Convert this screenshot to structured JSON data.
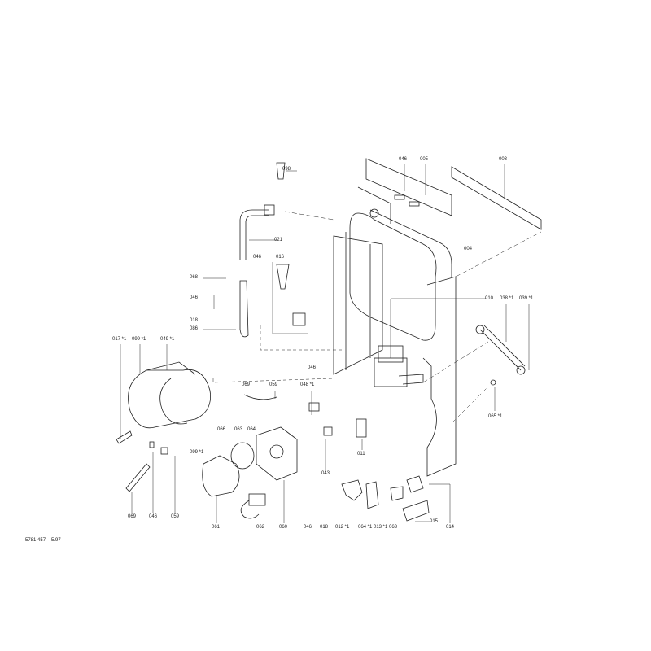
{
  "diagram": {
    "labels": [
      {
        "id": "098",
        "text": "098"
      },
      {
        "id": "046a",
        "text": "046"
      },
      {
        "id": "005",
        "text": "005"
      },
      {
        "id": "003",
        "text": "003"
      },
      {
        "id": "021",
        "text": "021"
      },
      {
        "id": "004",
        "text": "004"
      },
      {
        "id": "046b",
        "text": "046"
      },
      {
        "id": "016",
        "text": "016"
      },
      {
        "id": "068",
        "text": "068"
      },
      {
        "id": "046c",
        "text": "046"
      },
      {
        "id": "018a",
        "text": "018"
      },
      {
        "id": "086",
        "text": "086"
      },
      {
        "id": "010",
        "text": "010"
      },
      {
        "id": "038",
        "text": "038 *1"
      },
      {
        "id": "039",
        "text": "039 *1"
      },
      {
        "id": "017",
        "text": "017 *1"
      },
      {
        "id": "099a",
        "text": "099 *1"
      },
      {
        "id": "049",
        "text": "049 *1"
      },
      {
        "id": "046d",
        "text": "046"
      },
      {
        "id": "069a",
        "text": "069"
      },
      {
        "id": "059a",
        "text": "059"
      },
      {
        "id": "048",
        "text": "048 *1"
      },
      {
        "id": "065",
        "text": "065 *1"
      },
      {
        "id": "099b",
        "text": "099 *1"
      },
      {
        "id": "066",
        "text": "066"
      },
      {
        "id": "063a",
        "text": "063"
      },
      {
        "id": "064a",
        "text": "064"
      },
      {
        "id": "011",
        "text": "011"
      },
      {
        "id": "043",
        "text": "043"
      },
      {
        "id": "069b",
        "text": "069"
      },
      {
        "id": "046e",
        "text": "046"
      },
      {
        "id": "059b",
        "text": "059"
      },
      {
        "id": "061",
        "text": "061"
      },
      {
        "id": "062",
        "text": "062"
      },
      {
        "id": "060",
        "text": "060"
      },
      {
        "id": "046f",
        "text": "046"
      },
      {
        "id": "018b",
        "text": "018"
      },
      {
        "id": "012",
        "text": "012 *1"
      },
      {
        "id": "064b",
        "text": "064 *1"
      },
      {
        "id": "013",
        "text": "013 *1"
      },
      {
        "id": "063b",
        "text": "063"
      },
      {
        "id": "015",
        "text": "015"
      },
      {
        "id": "014",
        "text": "014"
      }
    ],
    "footer": {
      "doc_number": "5781 457",
      "date": "5/97"
    }
  }
}
